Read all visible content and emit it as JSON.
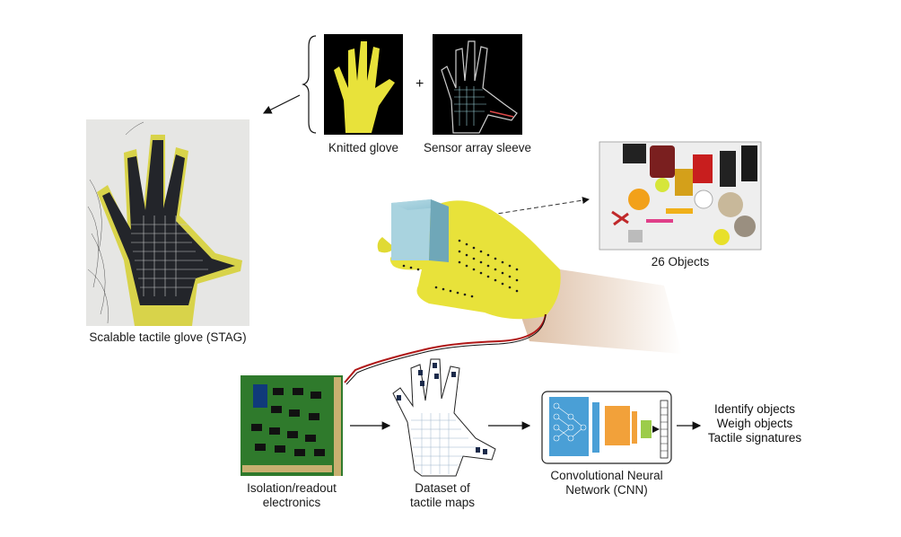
{
  "labels": {
    "knitted_glove": "Knitted glove",
    "sensor_sleeve": "Sensor array sleeve",
    "plus": "+",
    "stag": "Scalable tactile glove (STAG)",
    "objects": "26 Objects",
    "electronics_line1": "Isolation/readout",
    "electronics_line2": "electronics",
    "dataset_line1": "Dataset of",
    "dataset_line2": "tactile maps",
    "cnn_line1": "Convolutional Neural",
    "cnn_line2": "Network (CNN)"
  },
  "outputs": [
    "Identify objects",
    "Weigh objects",
    "Tactile signatures"
  ],
  "colors": {
    "glove_yellow": "#e8e23a",
    "pcb_green": "#2f7a2c",
    "wire_red": "#b01818",
    "cnn_blue": "#4a9fd6",
    "cnn_orange": "#f2a13a",
    "cnn_green": "#9ccc4a"
  }
}
